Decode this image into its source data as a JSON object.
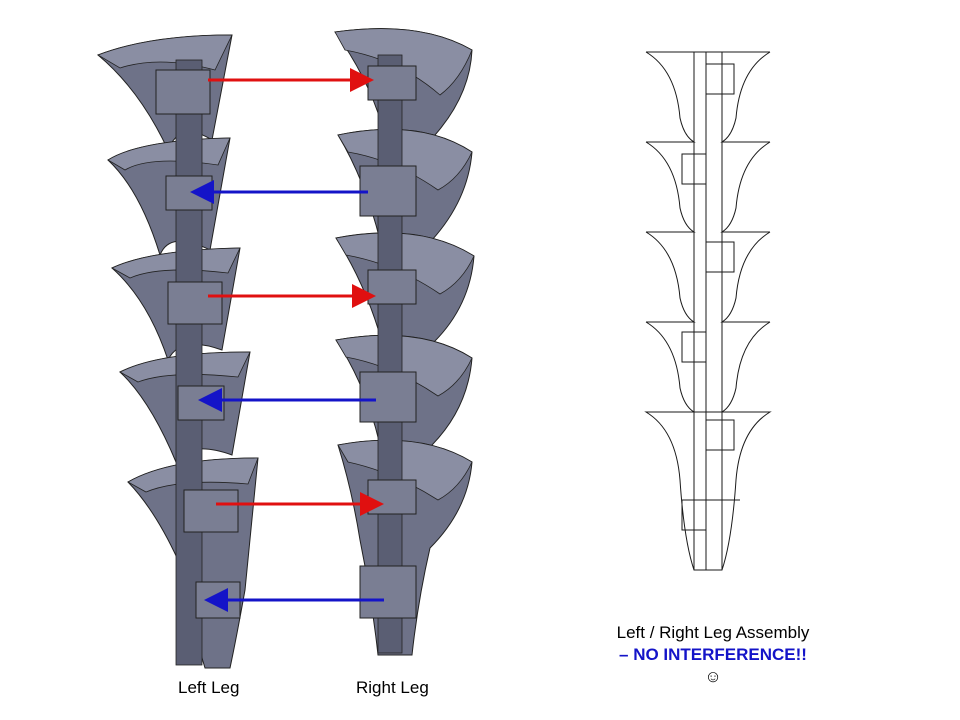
{
  "captions": {
    "left_leg": "Left Leg",
    "right_leg": "Right Leg"
  },
  "assembly": {
    "line1": "Left / Right Leg Assembly",
    "line2": "– NO INTERFERENCE!!",
    "line3": "☺"
  },
  "colors": {
    "leg_fill": "#6e7288",
    "leg_shade": "#5a5e73",
    "leg_light": "#8a8ea3",
    "arrow_red": "#e01010",
    "arrow_blue": "#1414c8",
    "outline": "#1a1a1a",
    "emphasis_text": "#1414c8"
  },
  "arrows": [
    {
      "direction": "right",
      "color": "red"
    },
    {
      "direction": "left",
      "color": "blue"
    },
    {
      "direction": "right",
      "color": "red"
    },
    {
      "direction": "left",
      "color": "blue"
    },
    {
      "direction": "right",
      "color": "red"
    },
    {
      "direction": "left",
      "color": "blue"
    }
  ]
}
